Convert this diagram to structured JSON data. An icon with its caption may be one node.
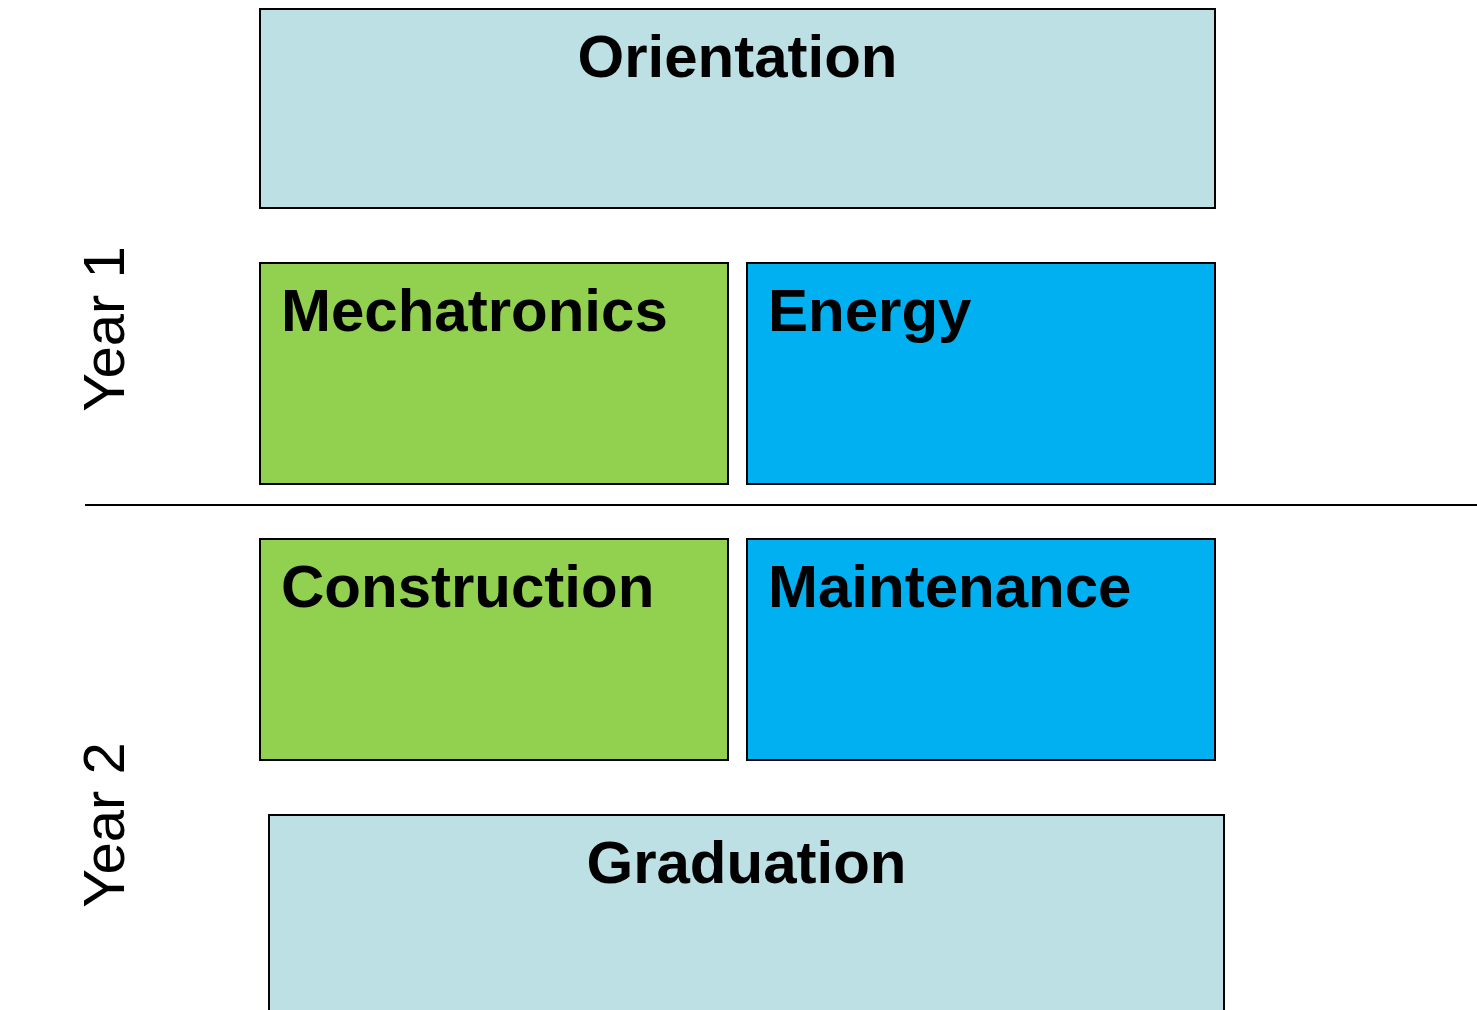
{
  "diagram": {
    "nodes": [
      {
        "text": [
          "Orientation"
        ]
      },
      {
        "text": [
          "Mechatronics"
        ]
      },
      {
        "text": [
          "Energy"
        ]
      },
      {
        "text": [
          "Construction"
        ]
      },
      {
        "text": [
          "Maintenance"
        ]
      },
      {
        "text": [
          "Graduation"
        ]
      }
    ],
    "labels": [
      "Year 1",
      "Year 2"
    ]
  }
}
